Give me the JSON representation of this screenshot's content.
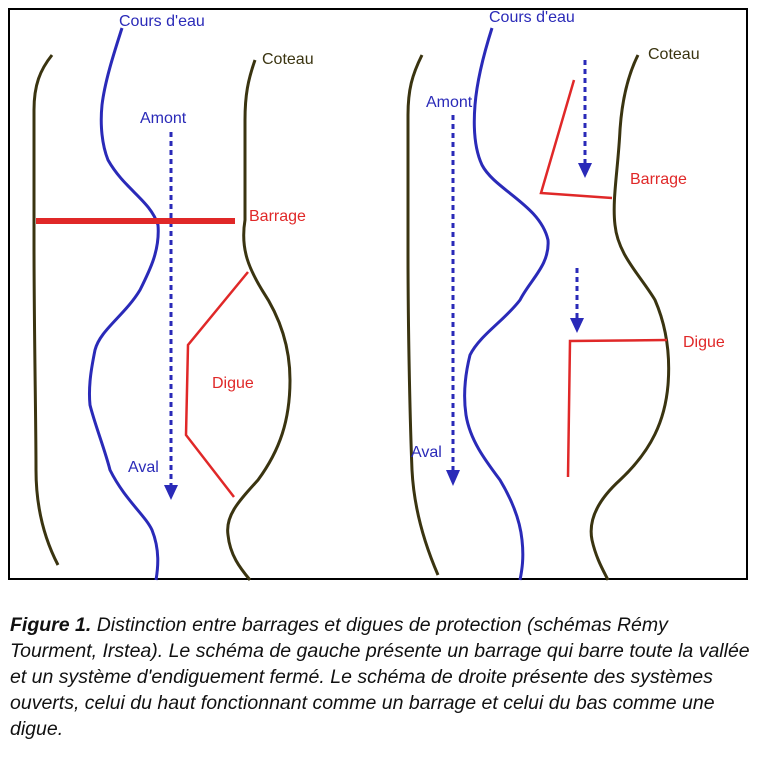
{
  "diagram": {
    "left": {
      "cours_eau": "Cours d'eau",
      "coteau": "Coteau",
      "amont": "Amont",
      "aval": "Aval",
      "barrage": "Barrage",
      "digue": "Digue"
    },
    "right": {
      "cours_eau": "Cours d'eau",
      "coteau": "Coteau",
      "amont": "Amont",
      "aval": "Aval",
      "barrage": "Barrage",
      "digue": "Digue"
    },
    "colors": {
      "water": "#2a2ab8",
      "hillside": "#3a3410",
      "structure": "#e02828"
    }
  },
  "caption": {
    "label": "Figure 1.",
    "text": " Distinction entre barrages et digues de protection (schémas Rémy Tourment, Irstea). Le schéma de gauche présente un barrage qui barre toute la vallée et un système d'endiguement fermé. Le schéma de droite présente des systèmes ouverts, celui du haut fonctionnant comme un barrage et celui du bas comme une digue."
  }
}
